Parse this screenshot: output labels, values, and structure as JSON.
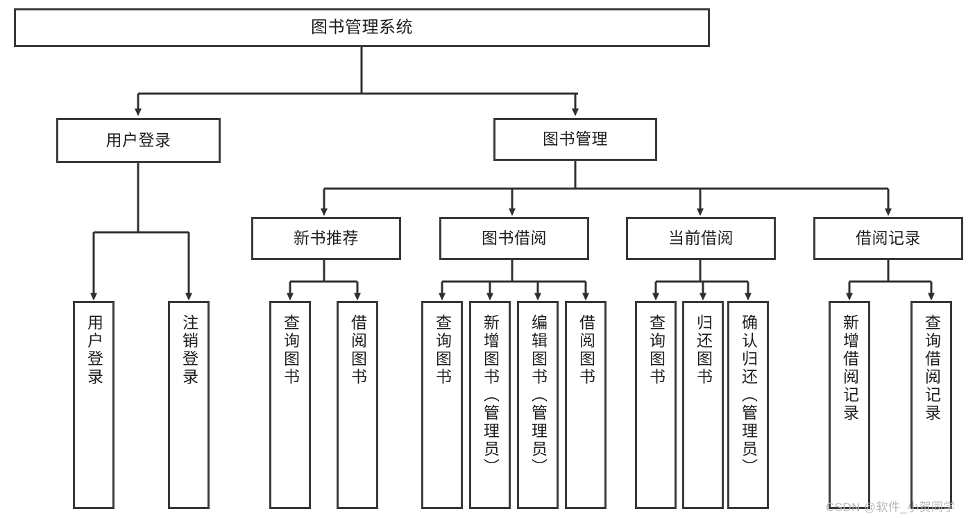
{
  "diagram": {
    "title": "图书管理系统",
    "type": "tree-hierarchy",
    "orientation": "top-down"
  },
  "root": {
    "label": "图书管理系统"
  },
  "level2": [
    {
      "label": "用户登录"
    },
    {
      "label": "图书管理"
    }
  ],
  "level3": [
    {
      "label": "新书推荐"
    },
    {
      "label": "图书借阅"
    },
    {
      "label": "当前借阅"
    },
    {
      "label": "借阅记录"
    }
  ],
  "leaves": {
    "user_login": [
      {
        "label": "用户登录"
      },
      {
        "label": "注销登录"
      }
    ],
    "new_book_recommend": [
      {
        "label": "查询图书"
      },
      {
        "label": "借阅图书"
      }
    ],
    "book_borrow": [
      {
        "label": "查询图书"
      },
      {
        "label": "新增图书（管理员）"
      },
      {
        "label": "编辑图书（管理员）"
      },
      {
        "label": "借阅图书"
      }
    ],
    "current_borrow": [
      {
        "label": "查询图书"
      },
      {
        "label": "归还图书"
      },
      {
        "label": "确认归还（管理员）"
      }
    ],
    "borrow_record": [
      {
        "label": "新增借阅记录"
      },
      {
        "label": "查询借阅记录"
      }
    ]
  },
  "watermark": {
    "text": "CSDN @软件_小贺同学"
  },
  "colors": {
    "box_border": "#3a3a3a",
    "box_fill": "#ffffff",
    "connector": "#2f2f2f",
    "text": "#1d1d1d",
    "watermark": "#b9b9b9",
    "background": "#ffffff"
  }
}
